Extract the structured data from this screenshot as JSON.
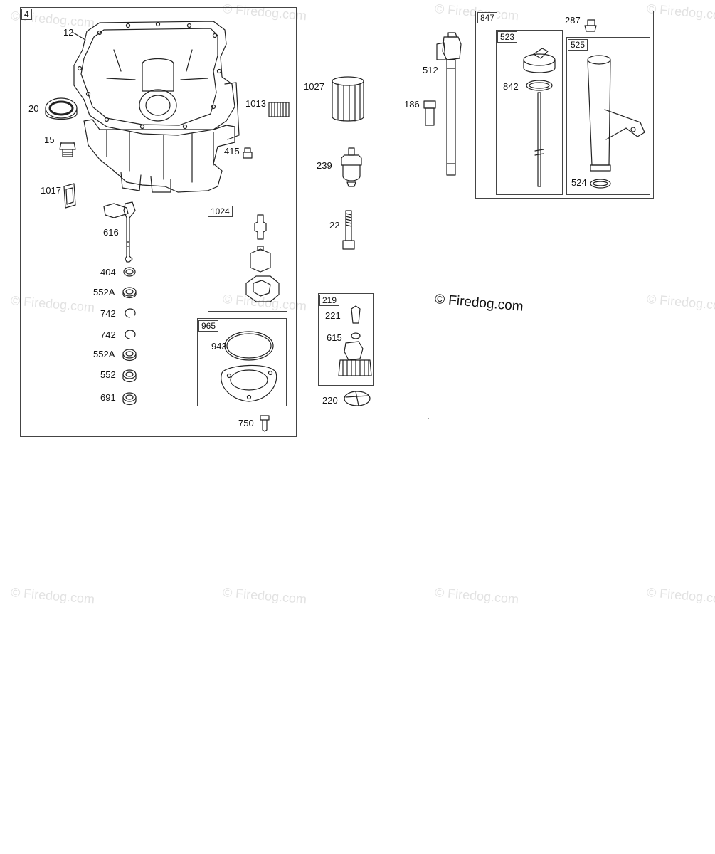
{
  "watermark": "© Firedog.com",
  "copyright": "© Firedog.com",
  "groups": [
    {
      "key": "g4",
      "label": "4"
    },
    {
      "key": "g1024",
      "label": "1024"
    },
    {
      "key": "g965",
      "label": "965"
    },
    {
      "key": "g219",
      "label": "219"
    },
    {
      "key": "g847",
      "label": "847"
    },
    {
      "key": "g523",
      "label": "523"
    },
    {
      "key": "g525",
      "label": "525"
    }
  ],
  "callouts": [
    {
      "key": "c12",
      "text": "12"
    },
    {
      "key": "c20",
      "text": "20"
    },
    {
      "key": "c15",
      "text": "15"
    },
    {
      "key": "c1017",
      "text": "1017"
    },
    {
      "key": "c616",
      "text": "616"
    },
    {
      "key": "c404",
      "text": "404"
    },
    {
      "key": "c552a1",
      "text": "552A"
    },
    {
      "key": "c742a",
      "text": "742"
    },
    {
      "key": "c742b",
      "text": "742"
    },
    {
      "key": "c552a2",
      "text": "552A"
    },
    {
      "key": "c552",
      "text": "552"
    },
    {
      "key": "c691",
      "text": "691"
    },
    {
      "key": "c1013",
      "text": "1013"
    },
    {
      "key": "c415",
      "text": "415"
    },
    {
      "key": "c943",
      "text": "943"
    },
    {
      "key": "c750",
      "text": "750"
    },
    {
      "key": "c1027",
      "text": "1027"
    },
    {
      "key": "c239",
      "text": "239"
    },
    {
      "key": "c22",
      "text": "22"
    },
    {
      "key": "c221",
      "text": "221"
    },
    {
      "key": "c615",
      "text": "615"
    },
    {
      "key": "c220",
      "text": "220"
    },
    {
      "key": "c512",
      "text": "512"
    },
    {
      "key": "c186",
      "text": "186"
    },
    {
      "key": "c287",
      "text": "287"
    },
    {
      "key": "c842",
      "text": "842"
    },
    {
      "key": "c524",
      "text": "524"
    }
  ]
}
